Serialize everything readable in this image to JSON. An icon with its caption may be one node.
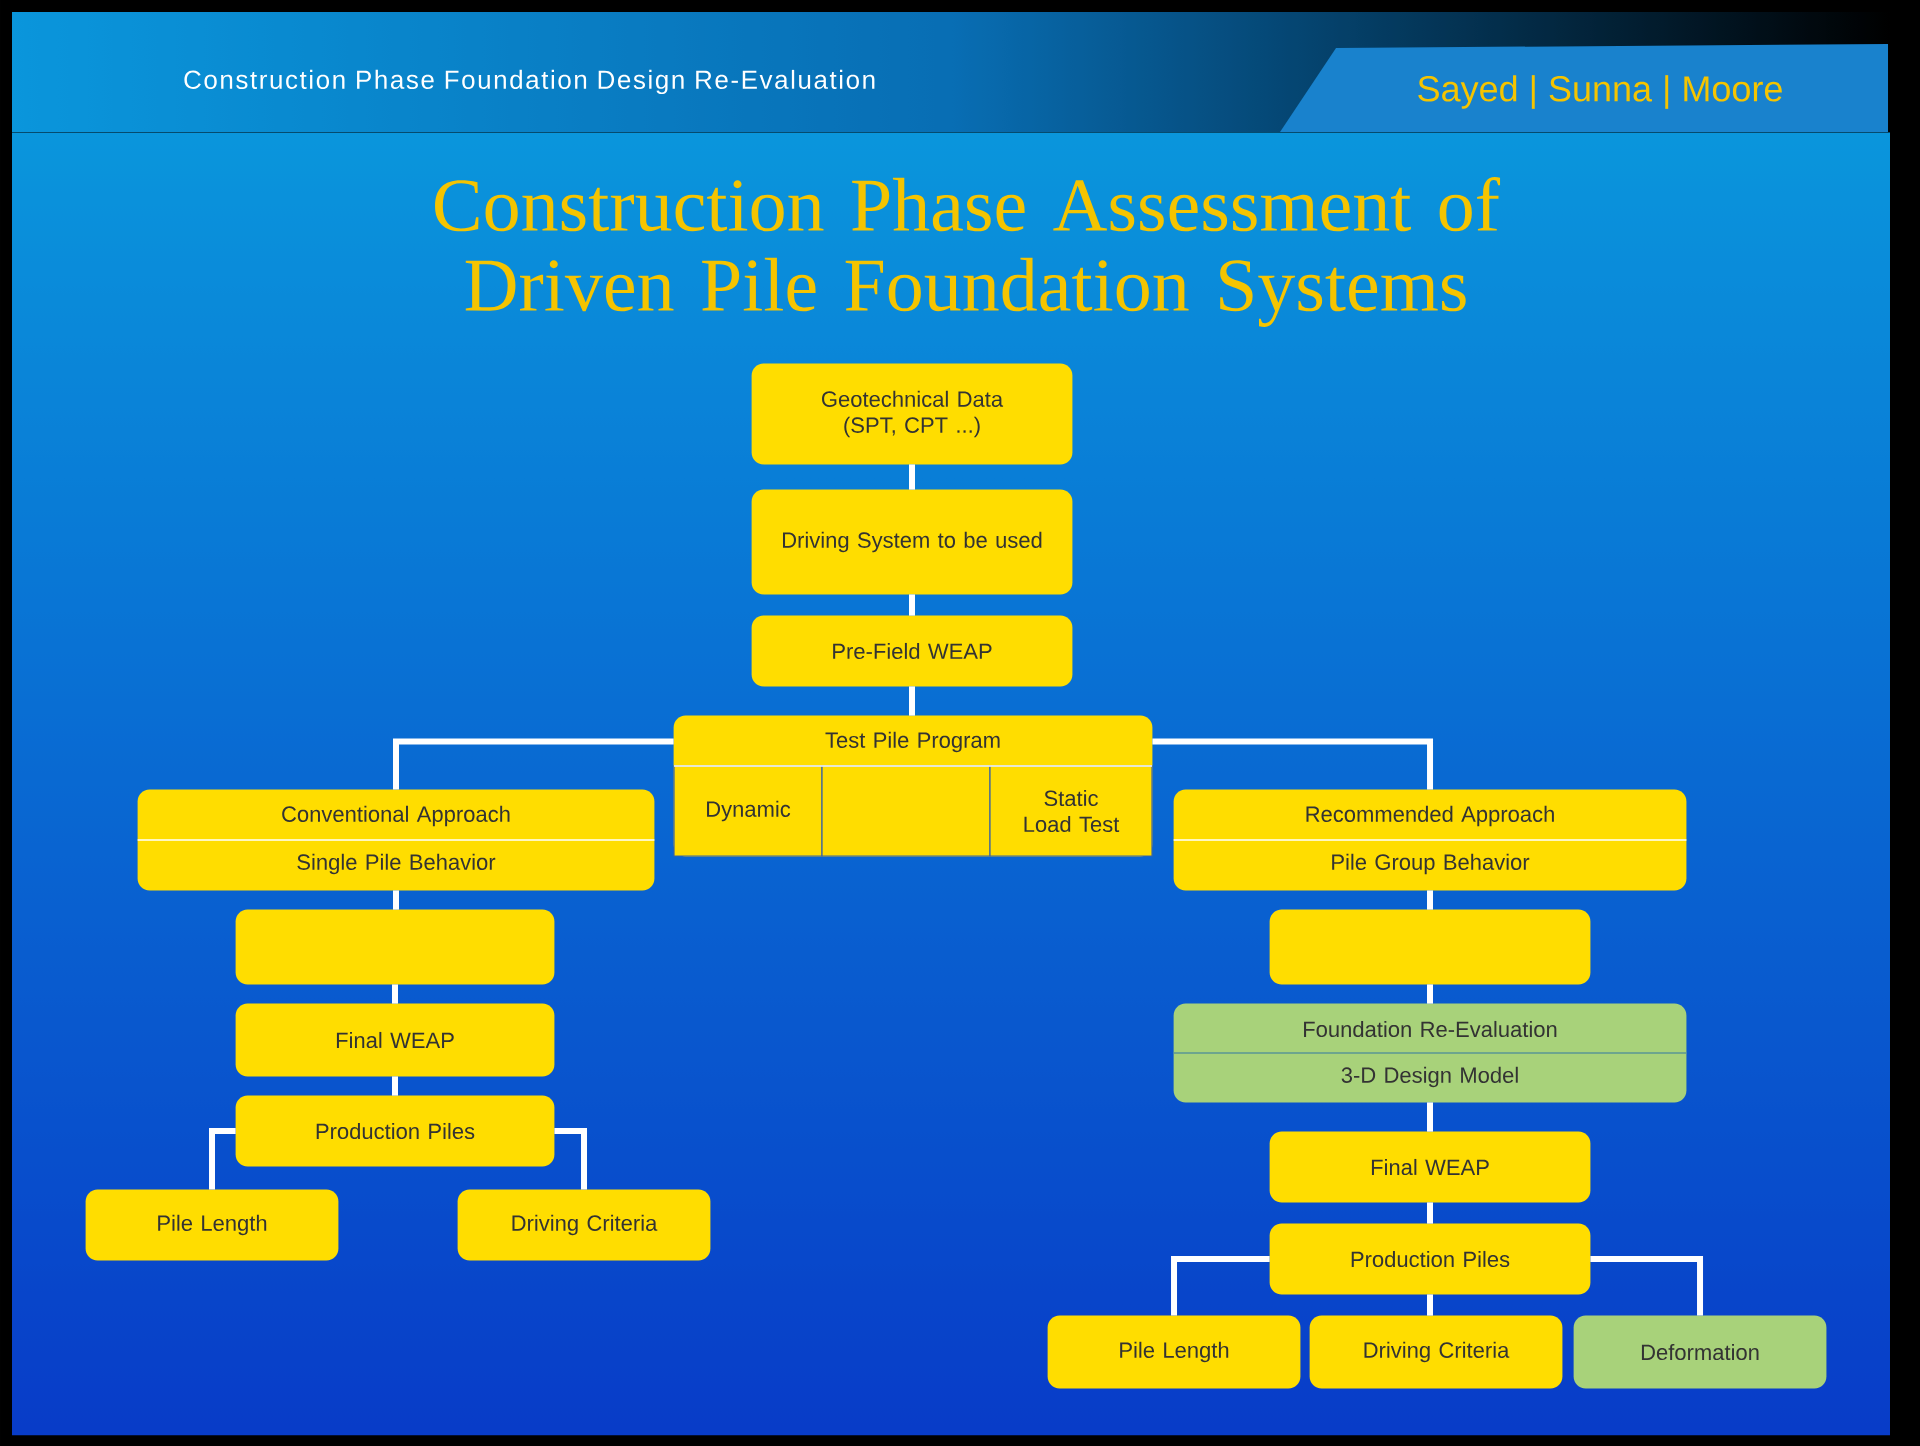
{
  "diagram": {
    "title": "Construction Phase Assessment of Driven Pile Foundation Systems",
    "nodes": [
      {
        "text": [
          "Geotechnical Data (SPT, CPT ...)"
        ]
      },
      {
        "text": [
          "Driving System to be used"
        ]
      },
      {
        "text": [
          "Pre-Field WEAP"
        ]
      },
      {
        "text": [
          "Test Pile Program"
        ]
      },
      {
        "text": [
          "Dynamic"
        ],
        "in": 3
      },
      {
        "text": [],
        "shape": "box",
        "in": 3
      },
      {
        "text": [
          "Static Load Test"
        ],
        "in": 3
      },
      {
        "text": [
          "Conventional Approach",
          "Single Pile Behavior"
        ]
      },
      {
        "text": [
          "Recommended Approach",
          "Pile Group Behavior"
        ]
      },
      {
        "text": [],
        "shape": "box"
      },
      {
        "text": [],
        "shape": "box"
      },
      {
        "text": [
          "Final WEAP"
        ]
      },
      {
        "text": [
          "Foundation Re-Evaluation",
          "3-D Design Model"
        ]
      },
      {
        "text": [
          "Production Piles"
        ]
      },
      {
        "text": [
          "Final WEAP"
        ]
      },
      {
        "text": [
          "Pile Length"
        ]
      },
      {
        "text": [
          "Driving Criteria"
        ]
      },
      {
        "text": [
          "Production Piles"
        ]
      },
      {
        "text": [
          "Pile Length"
        ]
      },
      {
        "text": [
          "Driving Criteria"
        ]
      },
      {
        "text": [
          "Deformation"
        ]
      }
    ],
    "edges": [
      {
        "from": 0,
        "to": 1,
        "arrow": "none"
      },
      {
        "from": 1,
        "to": 2,
        "arrow": "none"
      },
      {
        "from": 2,
        "to": 3,
        "arrow": "none"
      },
      {
        "from": 3,
        "to": 7,
        "arrow": "none"
      },
      {
        "from": 3,
        "to": 8,
        "arrow": "none"
      },
      {
        "from": 7,
        "to": 9,
        "arrow": "none"
      },
      {
        "from": 8,
        "to": 10,
        "arrow": "none"
      },
      {
        "from": 9,
        "to": 11,
        "arrow": "none"
      },
      {
        "from": 10,
        "to": 12,
        "arrow": "none"
      },
      {
        "from": 11,
        "to": 13,
        "arrow": "none"
      },
      {
        "from": 12,
        "to": 14,
        "arrow": "none"
      },
      {
        "from": 13,
        "to": 15,
        "arrow": "none"
      },
      {
        "from": 13,
        "to": 16,
        "arrow": "none"
      },
      {
        "from": 14,
        "to": 17,
        "arrow": "none"
      },
      {
        "from": 17,
        "to": 18,
        "arrow": "none"
      },
      {
        "from": 17,
        "to": 19,
        "arrow": "none"
      },
      {
        "from": 17,
        "to": 20,
        "arrow": "none"
      }
    ],
    "labels": [
      "Construction Phase Foundation Design Re-Evaluation",
      "Sayed | Sunna | Moore"
    ]
  }
}
